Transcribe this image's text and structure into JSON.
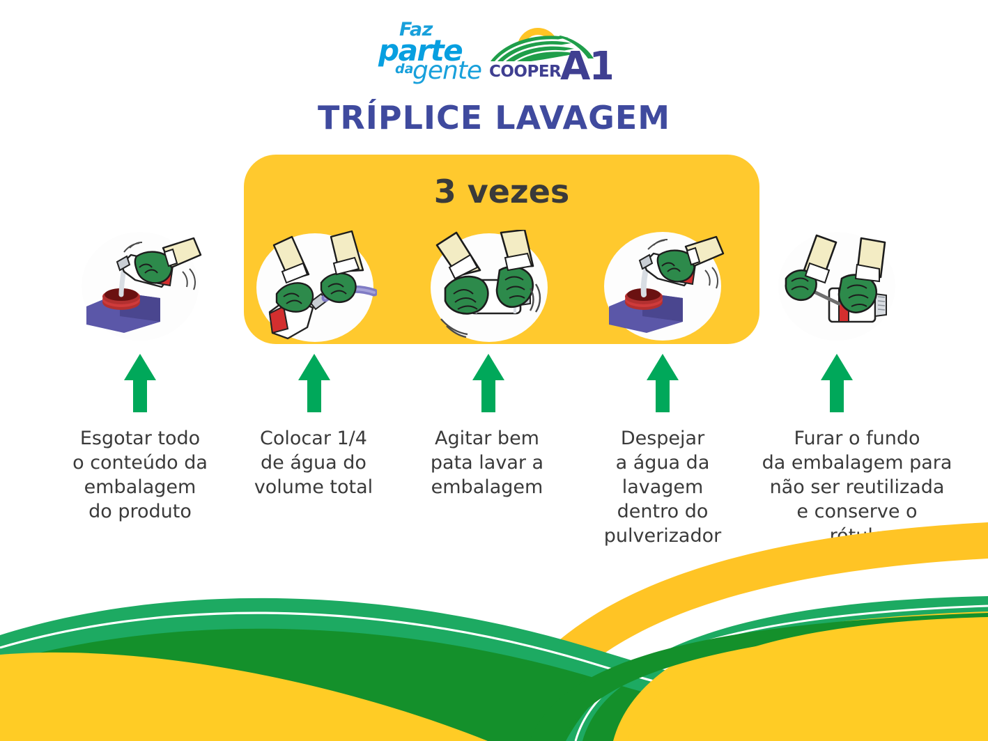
{
  "logo": {
    "tagline_line1": "Faz",
    "tagline_line2": "parte",
    "tagline_line3": "da",
    "tagline_line4": "gente",
    "brand_word": "COOPER",
    "brand_mark": "A1",
    "tagline_color": "#18a0db",
    "brand_color": "#3f3f91",
    "field_green": "#1f9e4a",
    "sun_yellow": "#FFC425"
  },
  "title": "TRÍPLICE LAVAGEM",
  "title_color": "#3f4a9e",
  "box": {
    "label": "3 vezes",
    "label_color": "#3a3a3a",
    "background": "#FFC92E"
  },
  "arrow_color": "#00a85a",
  "steps": [
    {
      "index": 1,
      "icon": "pour-product-into-sprayer-icon",
      "caption": "Esgotar todo\no conteúdo da\nembalagem\ndo produto",
      "in_box": false
    },
    {
      "index": 2,
      "icon": "fill-bottle-with-water-hose-icon",
      "caption": "Colocar 1/4\nde água do\nvolume total",
      "in_box": true
    },
    {
      "index": 3,
      "icon": "shake-bottle-icon",
      "caption": "Agitar bem\npata lavar a\nembalagem",
      "in_box": true
    },
    {
      "index": 4,
      "icon": "pour-rinse-water-into-sprayer-icon",
      "caption": "Despejar\na água da\nlavagem\ndentro do\npulverizador",
      "in_box": true
    },
    {
      "index": 5,
      "icon": "puncture-bottle-bottom-icon",
      "caption": "Furar o fundo\nda embalagem para\nnão ser reutilizada\ne conserve o\nrótulo",
      "in_box": false
    }
  ],
  "caption_color": "#3a3a3a",
  "waves": {
    "yellow": "#FFCC25",
    "pale_yellow": "#FFF07A",
    "green_light": "#1DAA62",
    "green_dark": "#14902B",
    "white_line": "#ffffff"
  }
}
